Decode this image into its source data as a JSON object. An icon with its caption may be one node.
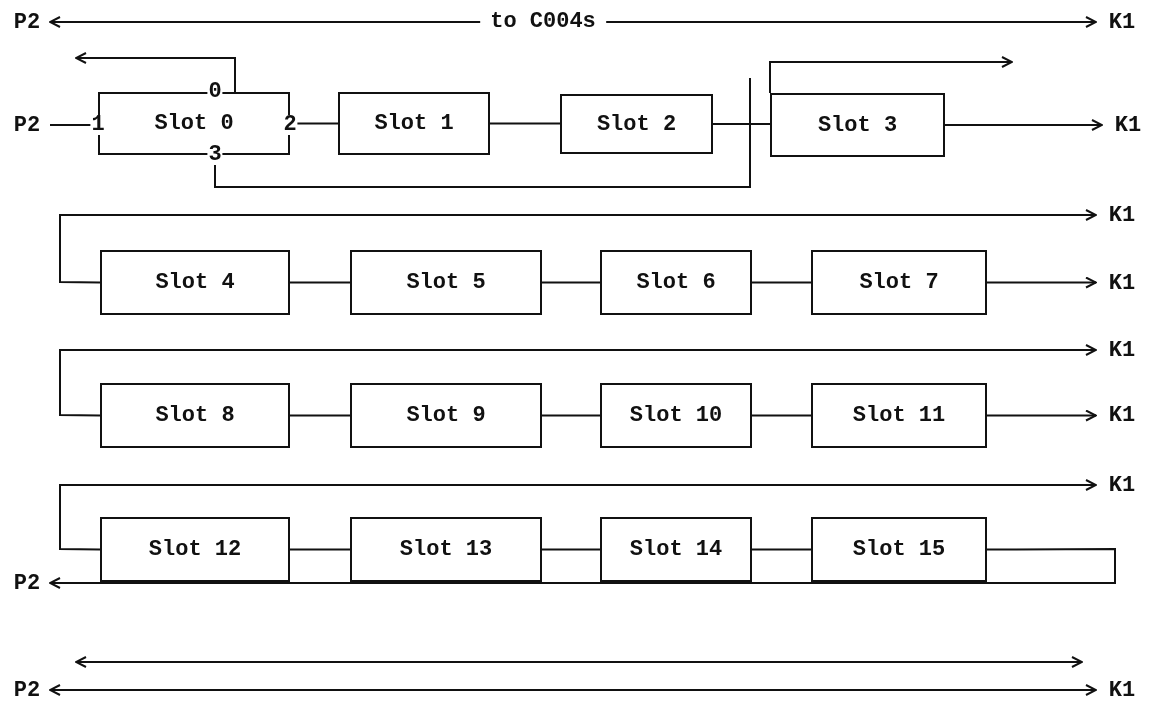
{
  "diagram": {
    "nodes": [
      {
        "text": [
          "P2"
        ]
      },
      {
        "text": [
          "K1"
        ]
      },
      {
        "text": [
          "P2"
        ]
      },
      {
        "text": [
          "0",
          "1",
          "Slot 0",
          "2",
          "3"
        ]
      },
      {
        "text": [
          "Slot 1"
        ]
      },
      {
        "text": [
          "Slot 2"
        ]
      },
      {
        "text": [
          "Slot 3"
        ]
      },
      {
        "text": [
          "K1"
        ]
      },
      {
        "text": [
          "K1"
        ]
      },
      {
        "text": [
          "Slot 4"
        ]
      },
      {
        "text": [
          "Slot 5"
        ]
      },
      {
        "text": [
          "Slot 6"
        ]
      },
      {
        "text": [
          "Slot 7"
        ]
      },
      {
        "text": [
          "K1"
        ]
      },
      {
        "text": [
          "K1"
        ]
      },
      {
        "text": [
          "Slot 8"
        ]
      },
      {
        "text": [
          "Slot 9"
        ]
      },
      {
        "text": [
          "Slot 10"
        ]
      },
      {
        "text": [
          "Slot 11"
        ]
      },
      {
        "text": [
          "K1"
        ]
      },
      {
        "text": [
          "K1"
        ]
      },
      {
        "text": [
          "Slot 12"
        ]
      },
      {
        "text": [
          "Slot 13"
        ]
      },
      {
        "text": [
          "Slot 14"
        ]
      },
      {
        "text": [
          "Slot 15"
        ]
      },
      {
        "text": [
          "P2"
        ]
      },
      {
        "text": [
          "P2"
        ]
      },
      {
        "text": [
          "K1"
        ]
      }
    ],
    "edges": [
      {
        "from": 0,
        "to": 1,
        "arrow": "both",
        "label": "to C004s"
      },
      {
        "from": 3,
        "to": null,
        "arrow": "to"
      },
      {
        "from": 2,
        "to": 3,
        "arrow": "none"
      },
      {
        "from": 3,
        "to": 4,
        "arrow": "none"
      },
      {
        "from": 4,
        "to": 5,
        "arrow": "none"
      },
      {
        "from": 5,
        "to": 6,
        "arrow": "none"
      },
      {
        "from": 3,
        "to": null,
        "arrow": "none"
      },
      {
        "from": 6,
        "to": null,
        "arrow": "to"
      },
      {
        "from": 6,
        "to": 7,
        "arrow": "to"
      },
      {
        "from": 9,
        "to": 8,
        "arrow": "to"
      },
      {
        "from": 9,
        "to": 10,
        "arrow": "none"
      },
      {
        "from": 10,
        "to": 11,
        "arrow": "none"
      },
      {
        "from": 11,
        "to": 12,
        "arrow": "none"
      },
      {
        "from": 12,
        "to": 13,
        "arrow": "to"
      },
      {
        "from": 15,
        "to": 14,
        "arrow": "to"
      },
      {
        "from": 15,
        "to": 16,
        "arrow": "none"
      },
      {
        "from": 16,
        "to": 17,
        "arrow": "none"
      },
      {
        "from": 17,
        "to": 18,
        "arrow": "none"
      },
      {
        "from": 18,
        "to": 19,
        "arrow": "to"
      },
      {
        "from": 21,
        "to": 20,
        "arrow": "to"
      },
      {
        "from": 21,
        "to": 22,
        "arrow": "none"
      },
      {
        "from": 22,
        "to": 23,
        "arrow": "none"
      },
      {
        "from": 23,
        "to": 24,
        "arrow": "none"
      },
      {
        "from": 24,
        "to": 25,
        "arrow": "to"
      },
      {
        "from": 26,
        "to": 27,
        "arrow": "both"
      }
    ]
  }
}
